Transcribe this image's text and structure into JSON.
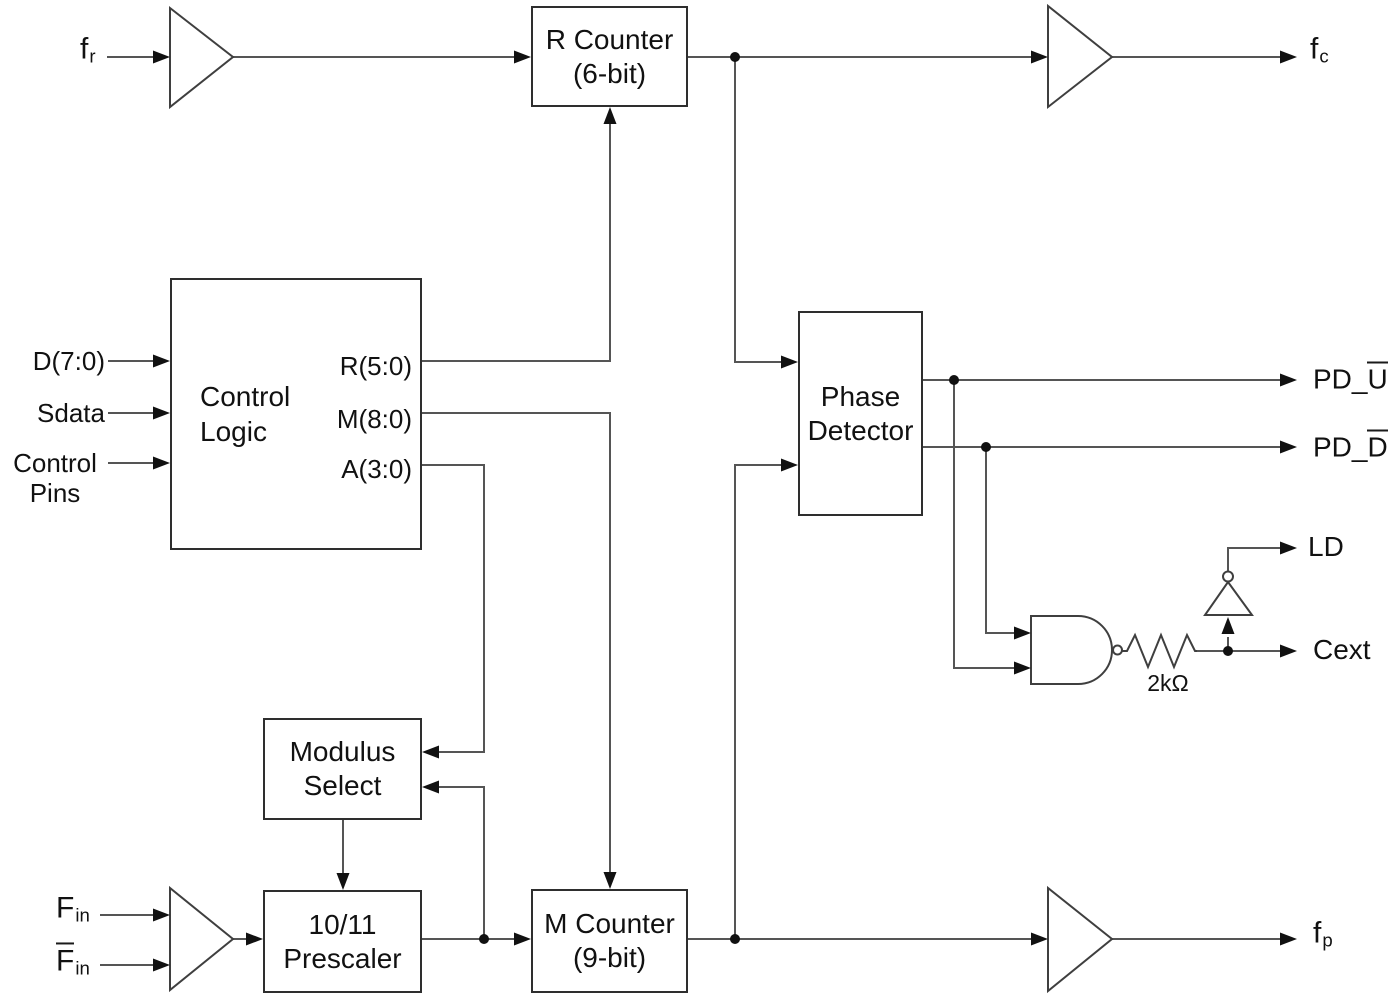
{
  "blocks": {
    "r_counter": {
      "l1": "R Counter",
      "l2": "(6-bit)"
    },
    "control_logic": {
      "l1": "Control",
      "l2": "Logic"
    },
    "phase_detector": {
      "l1": "Phase",
      "l2": "Detector"
    },
    "modulus_select": {
      "l1": "Modulus",
      "l2": "Select"
    },
    "prescaler": {
      "l1": "10/11",
      "l2": "Prescaler"
    },
    "m_counter": {
      "l1": "M Counter",
      "l2": "(9-bit)"
    }
  },
  "control_logic_ports": {
    "r_bus": "R(5:0)",
    "m_bus": "M(8:0)",
    "a_bus": "A(3:0)"
  },
  "inputs": {
    "fr": {
      "base": "f",
      "sub": "r"
    },
    "d_bus": "D(7:0)",
    "sdata": "Sdata",
    "control_pins": {
      "l1": "Control",
      "l2": "Pins"
    },
    "fin": {
      "base": "F",
      "sub": "in"
    },
    "fin_bar": {
      "base": "F",
      "sub": "in"
    }
  },
  "outputs": {
    "fc": {
      "base": "f",
      "sub": "c"
    },
    "pd_u": {
      "prefix": "PD_",
      "barred": "U"
    },
    "pd_d": {
      "prefix": "PD_",
      "barred": "D"
    },
    "ld": "LD",
    "cext": "Cext",
    "fp": {
      "base": "f",
      "sub": "p"
    }
  },
  "labels": {
    "resistor_value": "2kΩ"
  }
}
